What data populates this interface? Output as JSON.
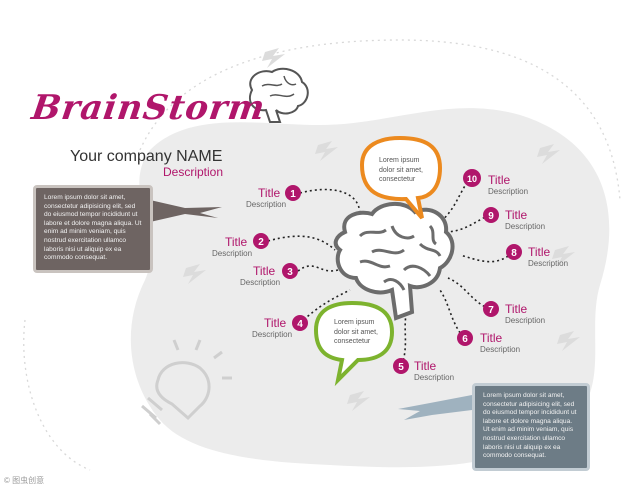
{
  "brand": {
    "title": "BrainStorm",
    "color": "#b0166b"
  },
  "company": {
    "name": "Your company NAME",
    "description": "Description"
  },
  "boxes": {
    "left": "Lorem ipsum dolor sit amet, consectetur adipisicing elit, sed do eiusmod tempor incididunt ut labore et dolore magna aliqua. Ut enim ad minim veniam, quis nostrud exercitation ullamco laboris nisi ut aliquip ex ea commodo consequat.",
    "right": "Lorem ipsum dolor sit amet, consectetur adipisicing elit, sed do eiusmod tempor incididunt ut labore et dolore magna aliqua. Ut enim ad minim veniam, quis nostrud exercitation ullamco laboris nisi ut aliquip ex ea commodo consequat."
  },
  "bubbles": {
    "orange": {
      "lines": [
        "Lorem ipsum",
        "dolor sit amet,",
        "consectetur"
      ],
      "color": "#ec8a1f"
    },
    "green": {
      "lines": [
        "Lorem ipsum",
        "dolor sit amet,",
        "consectetur"
      ],
      "color": "#7db32e"
    }
  },
  "nodes": [
    {
      "number": "1",
      "title": "Title",
      "description": "Description"
    },
    {
      "number": "2",
      "title": "Title",
      "description": "Description"
    },
    {
      "number": "3",
      "title": "Title",
      "description": "Description"
    },
    {
      "number": "4",
      "title": "Title",
      "description": "Description"
    },
    {
      "number": "5",
      "title": "Title",
      "description": "Description"
    },
    {
      "number": "6",
      "title": "Title",
      "description": "Description"
    },
    {
      "number": "7",
      "title": "Title",
      "description": "Description"
    },
    {
      "number": "8",
      "title": "Title",
      "description": "Description"
    },
    {
      "number": "9",
      "title": "Title",
      "description": "Description"
    },
    {
      "number": "10",
      "title": "Title",
      "description": "Description"
    }
  ],
  "colors": {
    "accent": "#b0166b",
    "brain": "#707070",
    "blob": "#ececec"
  },
  "watermark": "© 图虫创意"
}
